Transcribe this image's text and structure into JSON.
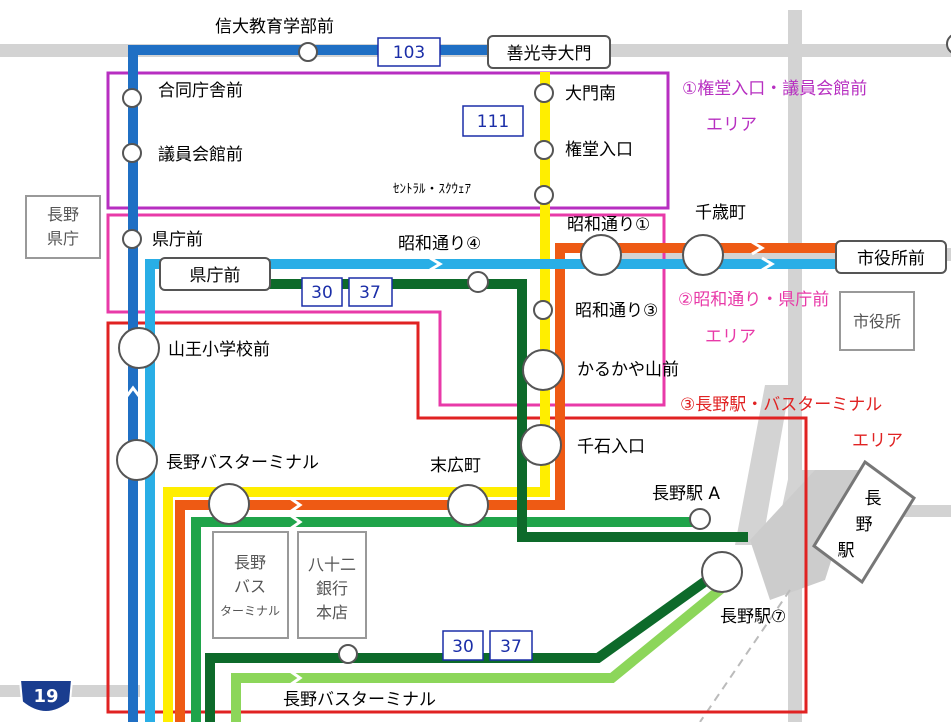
{
  "colors": {
    "road": "#d3d3d3",
    "route_blue": "#1f6fc4",
    "route_skyblue": "#29aee6",
    "route_yellow": "#ffee00",
    "route_orange": "#ee5a14",
    "route_green": "#1fa44a",
    "route_darkgreen": "#0d6a2a",
    "route_lightgreen": "#8cd65a",
    "area1": "#b72fc1",
    "area2": "#e83aa8",
    "area3": "#e02222",
    "route_num": "#1b2ea8"
  },
  "stops": {
    "shindai": "信大教育学部前",
    "zenkoji": "善光寺大門",
    "godo": "合同庁舎前",
    "giin": "議員会館前",
    "daimon_minami": "大門南",
    "gondo": "権堂入口",
    "central": "ｾﾝﾄﾗﾙ・ｽｸｳｪｱ",
    "kencho": "県庁前",
    "kencho_box": "県庁前",
    "showa4": "昭和通り④",
    "showa1": "昭和通り①",
    "chitose": "千歳町",
    "shiyakusho_box": "市役所前",
    "showa3": "昭和通り③",
    "sanno": "山王小学校前",
    "karukaya": "かるかや山前",
    "sengoku": "千石入口",
    "bt_upper": "長野バスターミナル",
    "suehiro": "末広町",
    "nagano_a": "長野駅 A",
    "nagano7": "長野駅⑦",
    "bt_lower": "長野バスターミナル"
  },
  "route_numbers": {
    "r103": "103",
    "r111": "111",
    "r30_upper": "30",
    "r37_upper": "37",
    "r30_lower": "30",
    "r37_lower": "37"
  },
  "areas": {
    "area1_line1": "①権堂入口・議員会館前",
    "area1_line2": "エリア",
    "area2_line1": "②昭和通り・県庁前",
    "area2_line2": "エリア",
    "area3_line1": "③長野駅・バスターミナル",
    "area3_line2": "エリア"
  },
  "buildings": {
    "prefecture": [
      "長野",
      "県庁"
    ],
    "city_hall": "市役所",
    "bus_terminal": [
      "長野",
      "バス",
      "ターミナル"
    ],
    "bank": [
      "八十二",
      "銀行",
      "本店"
    ],
    "station": [
      "長",
      "野",
      "駅"
    ]
  },
  "road_sign": "19"
}
